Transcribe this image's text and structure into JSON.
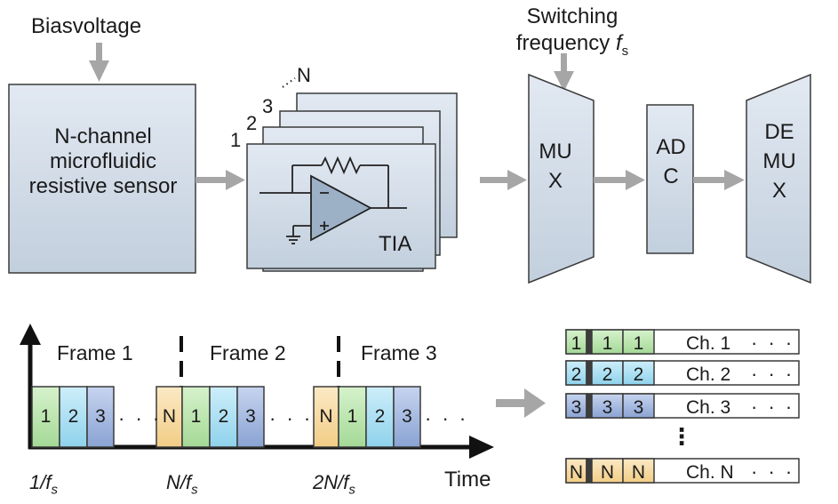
{
  "inputs": {
    "bias_label": "Biasvoltage",
    "switching_line1": "Switching",
    "switching_line2": "frequency ",
    "switching_symbol": "f",
    "switching_sub": "s"
  },
  "blocks": {
    "sensor_label": "N-channel microfluidic resistive sensor",
    "tia_label": "TIA",
    "stack_labels": [
      "1",
      "2",
      "3",
      "N"
    ],
    "mux_label": "MUX",
    "adc_label": "ADC",
    "demux_label": "DEMUX"
  },
  "timeline": {
    "frames": [
      "Frame  1",
      "Frame 2",
      "Frame 3"
    ],
    "slot_labels": [
      "1",
      "2",
      "3",
      "N",
      "1",
      "2",
      "3",
      "N",
      "1",
      "2",
      "3"
    ],
    "ellipsis": "· · ·",
    "time_label": "Time",
    "ticks": [
      {
        "prefix": "1/f",
        "sub": "s"
      },
      {
        "prefix": "N/f",
        "sub": "s"
      },
      {
        "prefix": "2N/f",
        "sub": "s"
      }
    ]
  },
  "channels": {
    "rows": [
      {
        "cells": [
          "1",
          "1",
          "1"
        ],
        "label": "Ch. 1",
        "dots": "· · ·"
      },
      {
        "cells": [
          "2",
          "2",
          "2"
        ],
        "label": "Ch. 2",
        "dots": "· · ·"
      },
      {
        "cells": [
          "3",
          "3",
          "3"
        ],
        "label": "Ch. 3",
        "dots": "· · ·"
      },
      {
        "cells": [
          "N",
          "N",
          "N"
        ],
        "label": "Ch. N",
        "dots": "· · ·"
      }
    ],
    "vertical_ellipsis": "⋮"
  },
  "colors": {
    "block_fill_top": "#dfe7f0",
    "block_fill_bottom": "#c3d0de",
    "arrow": "#a6a6a6",
    "slot1": "#b5e3a8",
    "slot2": "#a7ddf0",
    "slot3": "#9fb4db",
    "slotN": "#f7d9a0"
  }
}
